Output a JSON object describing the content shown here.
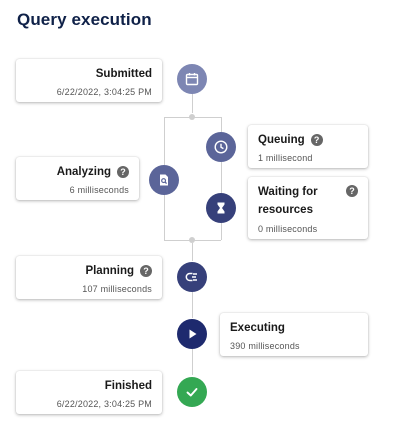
{
  "page": {
    "title": "Query execution"
  },
  "steps": {
    "submitted": {
      "name": "Submitted",
      "time": "6/22/2022, 3:04:25 PM"
    },
    "queuing": {
      "name": "Queuing",
      "duration": "1 millisecond"
    },
    "analyzing": {
      "name": "Analyzing",
      "duration": "6 milliseconds"
    },
    "waiting": {
      "name_line1": "Waiting for",
      "name_line2": "resources",
      "duration": "0 milliseconds"
    },
    "planning": {
      "name": "Planning",
      "duration": "107 milliseconds"
    },
    "executing": {
      "name": "Executing",
      "duration": "390 milliseconds"
    },
    "finished": {
      "name": "Finished",
      "time": "6/22/2022, 3:04:25 PM"
    }
  },
  "icons": {
    "submitted": "calendar-icon",
    "queuing": "clock-icon",
    "analyzing": "magnify-document-icon",
    "waiting": "hourglass-icon",
    "planning": "list-plan-icon",
    "executing": "play-icon",
    "finished": "check-icon",
    "help": "question-icon"
  },
  "help_glyph": "?",
  "colors": {
    "title": "#0f2148",
    "node_light": "#7d86b3",
    "node_mid": "#5b6599",
    "node_dark": "#36407a",
    "node_navy": "#1e2a6e",
    "node_done": "#34a853",
    "connector": "#cfcfcf"
  }
}
